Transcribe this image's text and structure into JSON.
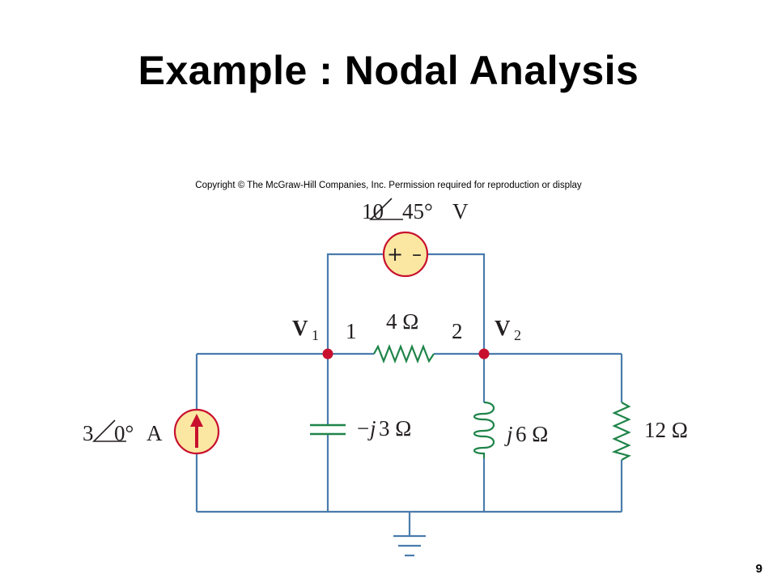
{
  "slide": {
    "title": "Example : Nodal Analysis",
    "copyright": "Copyright © The McGraw-Hill Companies, Inc. Permission required for reproduction or display",
    "page_number": "9"
  },
  "circuit": {
    "voltage_source": {
      "magnitude": "10",
      "angle": "45°",
      "unit": "V",
      "plus": "+",
      "minus": "–"
    },
    "current_source": {
      "magnitude": "3",
      "angle": "0°",
      "unit": "A"
    },
    "resistor_4": "4 Ω",
    "capacitor": {
      "prefix": "−",
      "j": "j",
      "value": "3 Ω"
    },
    "inductor": {
      "j": "j",
      "value": "6 Ω"
    },
    "resistor_12": "12 Ω",
    "node1": {
      "voltage": "V",
      "subscript": "1",
      "number": "1"
    },
    "node2": {
      "voltage": "V",
      "subscript": "2",
      "number": "2"
    },
    "colors": {
      "wire": "#4a7cad",
      "node_dot": "#c8102e",
      "source_fill": "#fbe7a1",
      "source_stroke": "#c8102e",
      "resistor": "#1e8449",
      "text": "#231f20"
    }
  }
}
